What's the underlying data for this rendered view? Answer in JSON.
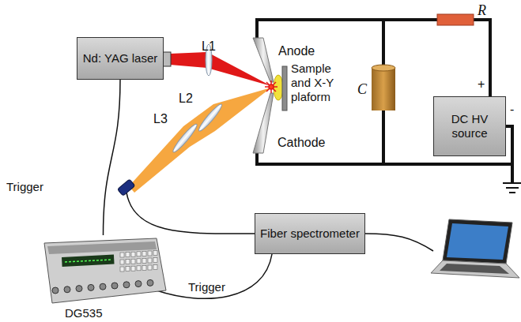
{
  "diagram": {
    "nodes": [
      {
        "text": [
          "Nd: YAG laser"
        ]
      },
      {
        "text": [
          "DC HV source"
        ]
      },
      {
        "text": [
          "Fiber spectrometer"
        ]
      },
      {
        "text": [
          "DG535"
        ]
      }
    ],
    "edges": [
      {
        "from": 0,
        "to": 3,
        "label": "Trigger",
        "arrow": "none"
      },
      {
        "from": 3,
        "to": 2,
        "label": "Trigger",
        "arrow": "none"
      }
    ],
    "labels": [
      "L1",
      "L2",
      "L3",
      "Anode",
      "Sample and X-Y plaform",
      "Cathode",
      "R",
      "C",
      "+",
      "-"
    ]
  }
}
